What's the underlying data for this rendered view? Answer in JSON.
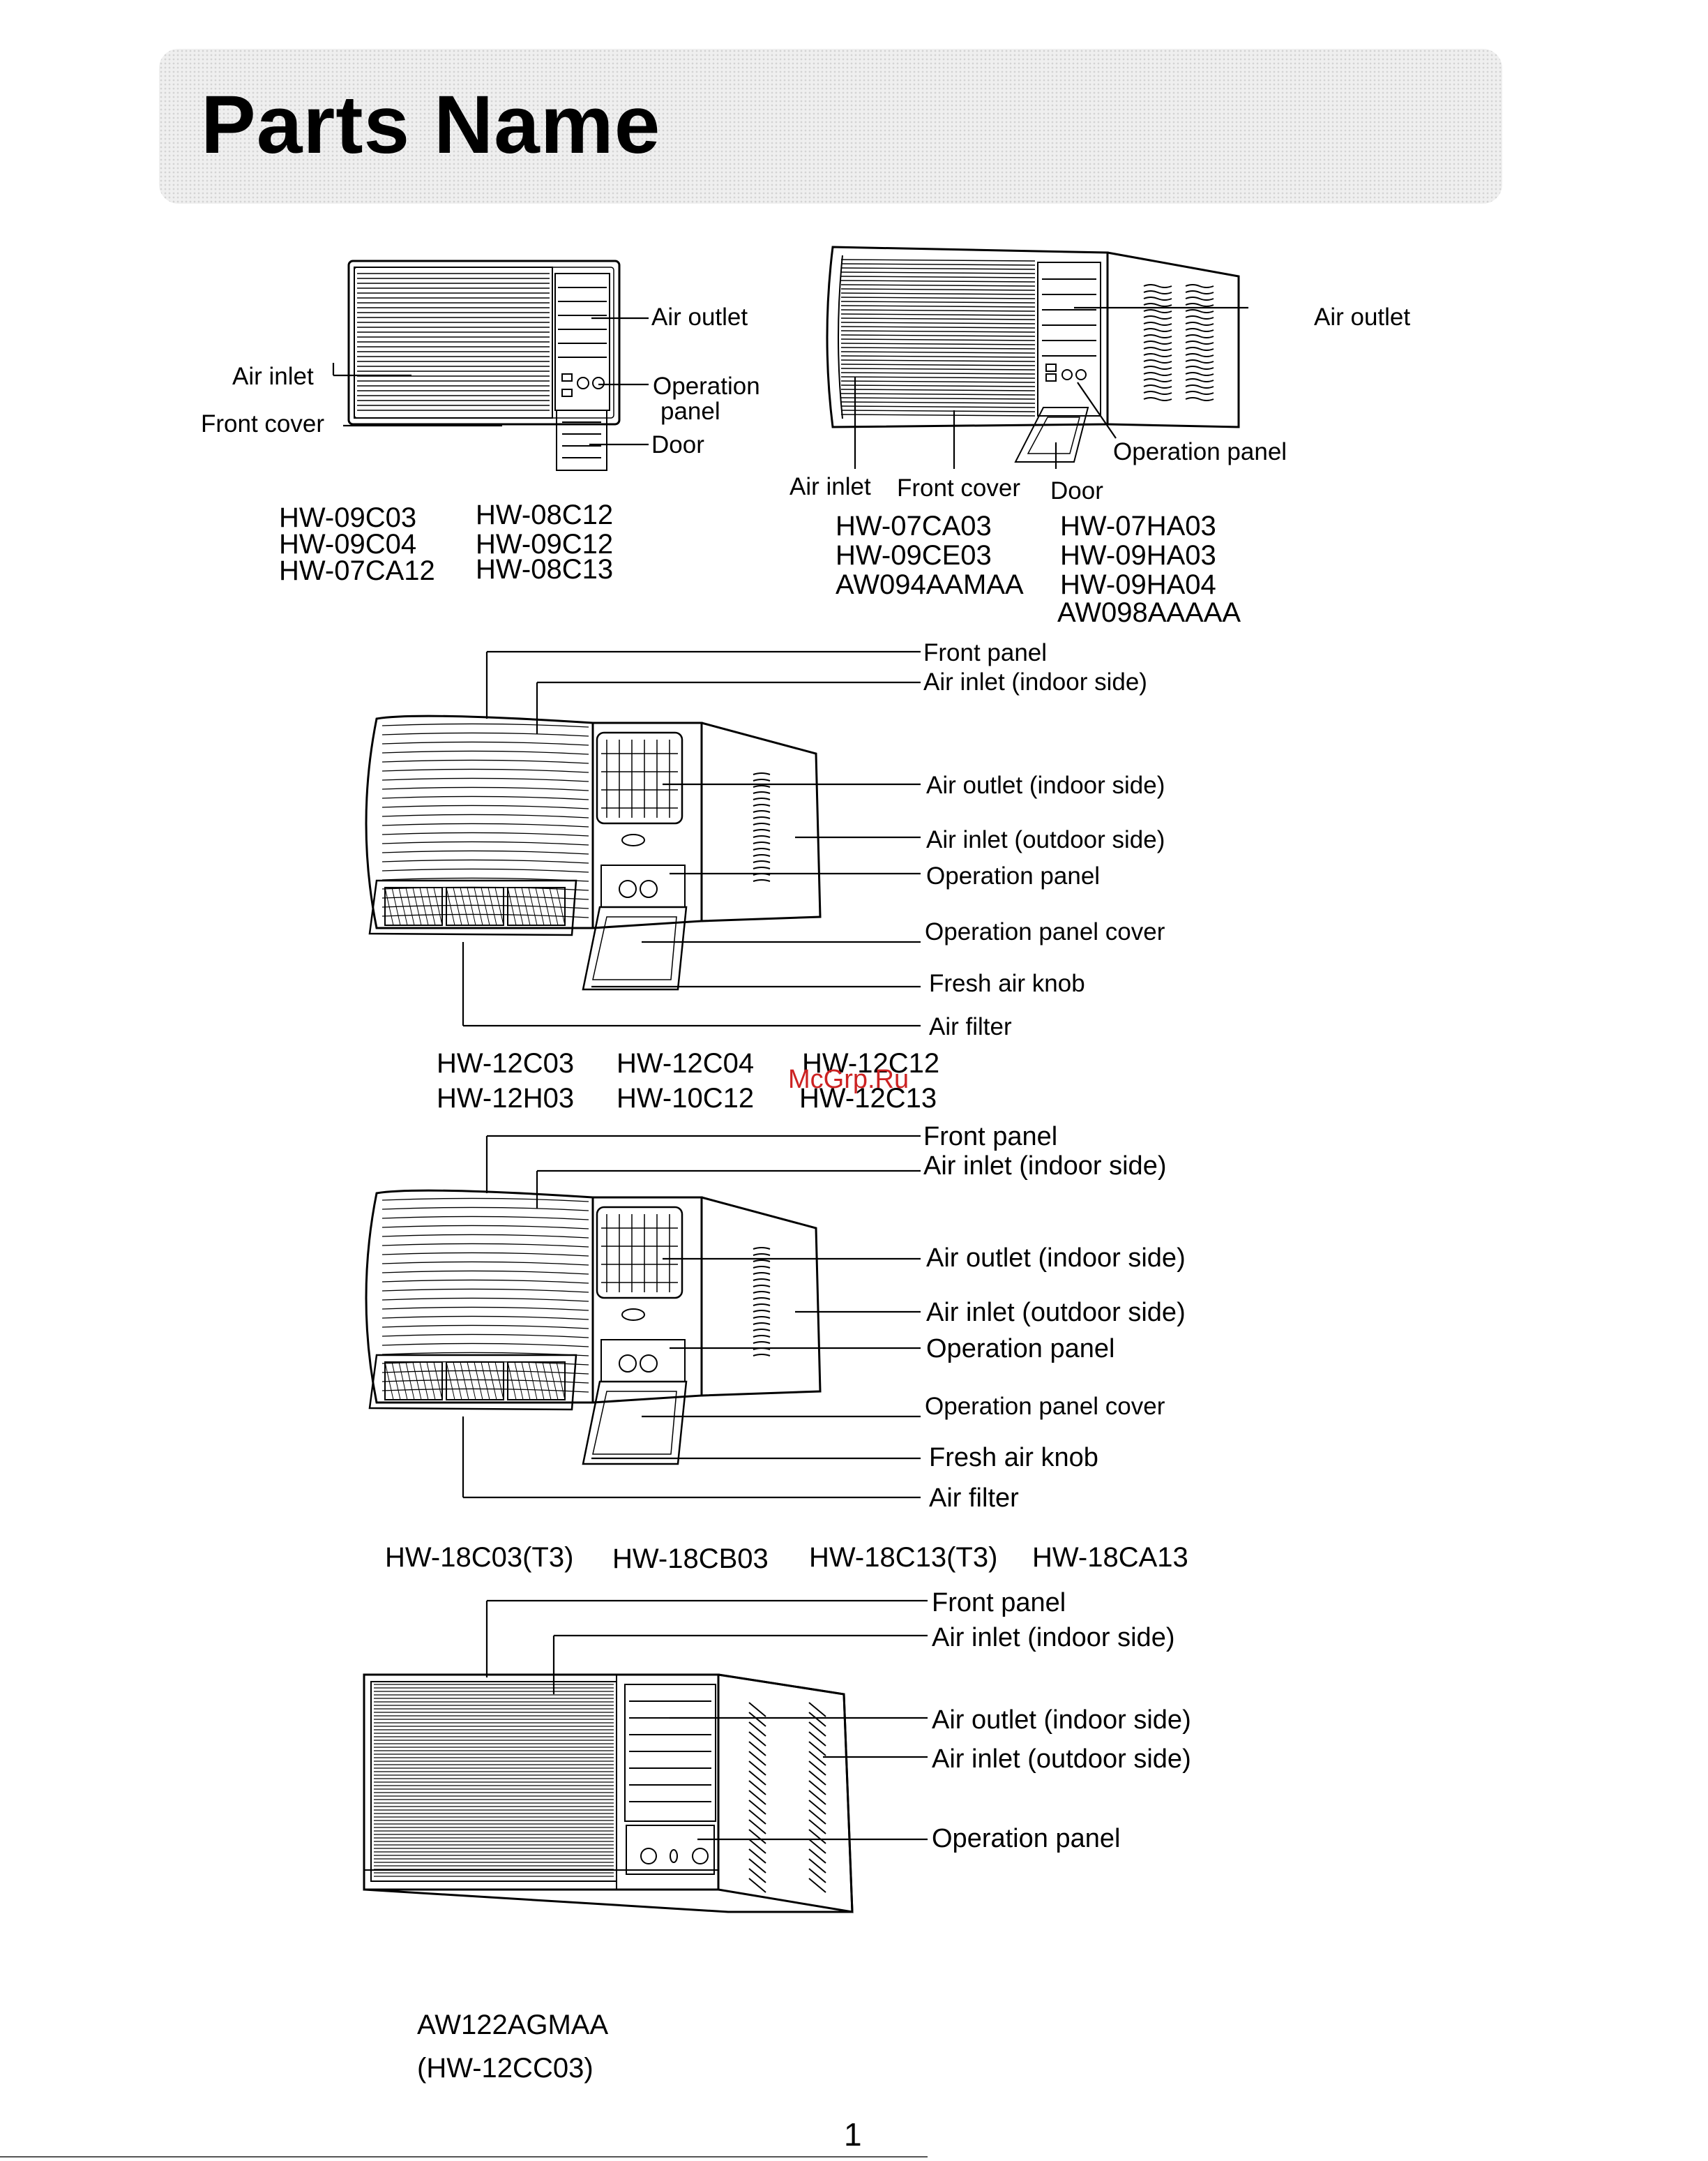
{
  "title": "Parts Name",
  "fig1": {
    "labels": {
      "air_outlet": "Air outlet",
      "air_inlet": "Air inlet",
      "operation": "Operation",
      "panel": "panel",
      "front_cover": "Front cover",
      "door": "Door"
    },
    "models": [
      [
        "HW-09C03",
        "HW-09C04",
        "HW-07CA12"
      ],
      [
        "HW-08C12",
        "HW-09C12",
        "HW-08C13"
      ]
    ]
  },
  "fig2": {
    "labels": {
      "air_outlet": "Air outlet",
      "operation_panel": "Operation panel",
      "air_inlet": "Air inlet",
      "front_cover": "Front cover",
      "door": "Door"
    },
    "models": [
      [
        "HW-07CA03",
        "HW-09CE03",
        "AW094AAMAA"
      ],
      [
        "HW-07HA03",
        "HW-09HA03",
        "HW-09HA04",
        "AW098AAAAA"
      ]
    ]
  },
  "fig3": {
    "labels": [
      "Front panel",
      "Air inlet (indoor side)",
      "Air outlet (indoor side)",
      "Air inlet (outdoor side)",
      "Operation panel",
      "Operation panel cover",
      "Fresh air knob",
      "Air filter"
    ],
    "models": [
      [
        "HW-12C03",
        "HW-12H03"
      ],
      [
        "HW-12C04",
        "HW-10C12"
      ],
      [
        "HW-12C12",
        "HW-12C13"
      ]
    ]
  },
  "watermark": "McGrp.Ru",
  "fig4": {
    "labels": [
      "Front panel",
      "Air inlet (indoor side)",
      "Air outlet (indoor side)",
      "Air inlet (outdoor side)",
      "Operation panel",
      "Operation panel cover",
      "Fresh air knob",
      "Air filter"
    ],
    "models": [
      "HW-18C03(T3)",
      "HW-18CB03",
      "HW-18C13(T3)",
      "HW-18CA13"
    ]
  },
  "fig5": {
    "labels": [
      "Front panel",
      "Air inlet (indoor side)",
      "Air outlet (indoor side)",
      "Air inlet (outdoor side)",
      "Operation panel"
    ],
    "models": [
      "AW122AGMAA",
      "(HW-12CC03)"
    ]
  },
  "page_number": "1"
}
